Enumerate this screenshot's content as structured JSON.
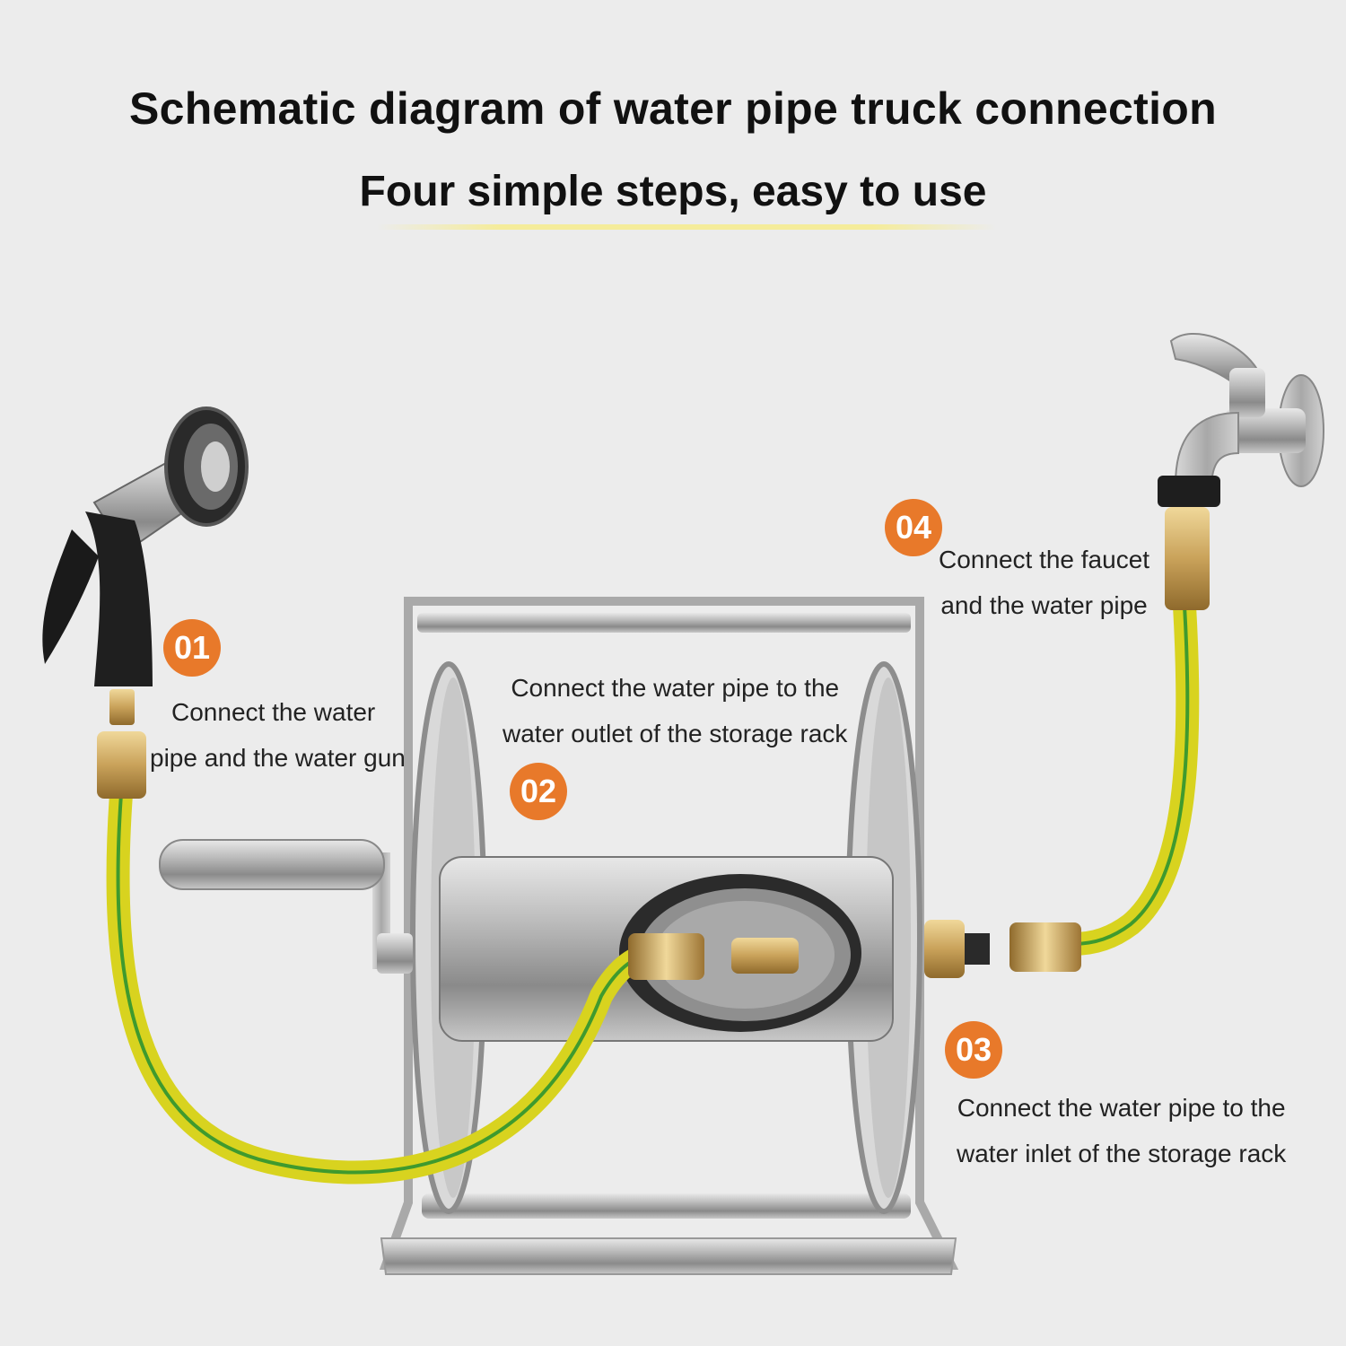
{
  "header": {
    "title": "Schematic diagram of water pipe truck connection",
    "subtitle": "Four simple steps, easy to use"
  },
  "steps": [
    {
      "number": "01",
      "line1": "Connect the water",
      "line2": "pipe and the water gun"
    },
    {
      "number": "02",
      "line1": "Connect the water pipe to the",
      "line2": "water outlet of the storage rack"
    },
    {
      "number": "03",
      "line1": "Connect the water pipe to the",
      "line2": "water inlet of the storage rack"
    },
    {
      "number": "04",
      "line1": "Connect the faucet",
      "line2": "and the water pipe"
    }
  ],
  "colors": {
    "background": "#ececec",
    "badge": "#e8792a",
    "hose": "#d8d31f",
    "hose_stripe": "#3f9a2e",
    "brass": "#c9a25a",
    "steel": "#b8b8b8"
  },
  "icons": [
    "spray-gun-icon",
    "hose-reel-icon",
    "faucet-icon",
    "hose-icon"
  ]
}
